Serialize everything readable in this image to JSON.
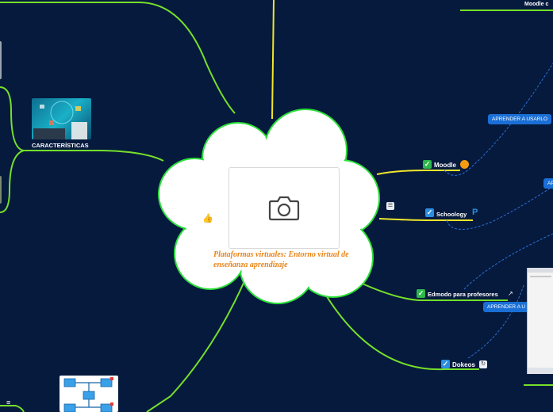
{
  "central": {
    "title": "Plataformas virtuales: Entorno virtual de enseñanza aprendizaje",
    "image_icon": "camera-icon",
    "side_icon": "thumbs-up-icon"
  },
  "left": {
    "caracteristicas_label": "CARACTERÍSTICAS",
    "caracteristicas_image": "people-technology-image",
    "network_image": "computer-network-image"
  },
  "right": {
    "moodle_cut_label": "Moodle c",
    "moodle": {
      "label": "Moodle",
      "check": "check-icon",
      "badge": "moodle-logo-icon"
    },
    "schoology": {
      "label": "Schoology",
      "check": "check-icon",
      "badge": "schoology-logo-icon",
      "note": "note-icon"
    },
    "edmodo": {
      "label": "Edmodo para profesores",
      "check": "check-icon",
      "badge": "external-link-icon"
    },
    "dokeos": {
      "label": "Dokeos",
      "check": "check-icon",
      "badge": "refresh-icon"
    },
    "pills": {
      "aprender1": "APRENDER A USARLO",
      "aprender2": "AP",
      "aprender3": "APRENDER A U"
    }
  },
  "colors": {
    "background": "#061a3d",
    "branch_green": "#76e02a",
    "branch_yellow": "#f0e62a",
    "cloud_border": "#2be03a",
    "title_orange": "#e8851a",
    "pill_blue": "#1a6fd6"
  },
  "bottom_left_icon": "menu-icon"
}
